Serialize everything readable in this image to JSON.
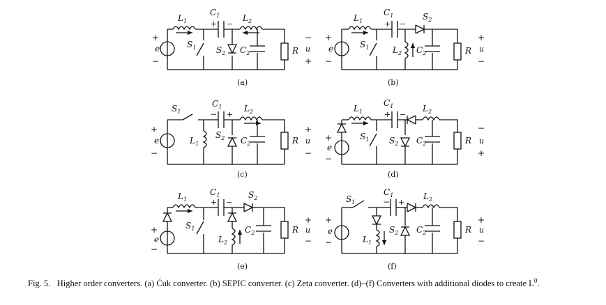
{
  "figure": {
    "caption_prefix": "Fig. 5.",
    "caption_text": "Higher order converters. (a) Ćuk converter. (b) SEPIC converter. (c) Zeta converter. (d)–(f) Converters with additional diodes to create L",
    "caption_superscript": "0",
    "caption_end": "."
  },
  "panels": [
    {
      "id": "a",
      "label": "(a)"
    },
    {
      "id": "b",
      "label": "(b)"
    },
    {
      "id": "c",
      "label": "(c)"
    },
    {
      "id": "d",
      "label": "(d)"
    },
    {
      "id": "e",
      "label": "(e)"
    },
    {
      "id": "f",
      "label": "(f)"
    }
  ],
  "symbols": {
    "source": "e",
    "load": "R",
    "output": "u",
    "inductor1": "L",
    "inductor2": "L",
    "capacitor1": "C",
    "capacitor2": "C",
    "switch1": "S",
    "switch2": "S",
    "sub1": "1",
    "sub2": "2",
    "plus": "+",
    "minus": "−"
  }
}
